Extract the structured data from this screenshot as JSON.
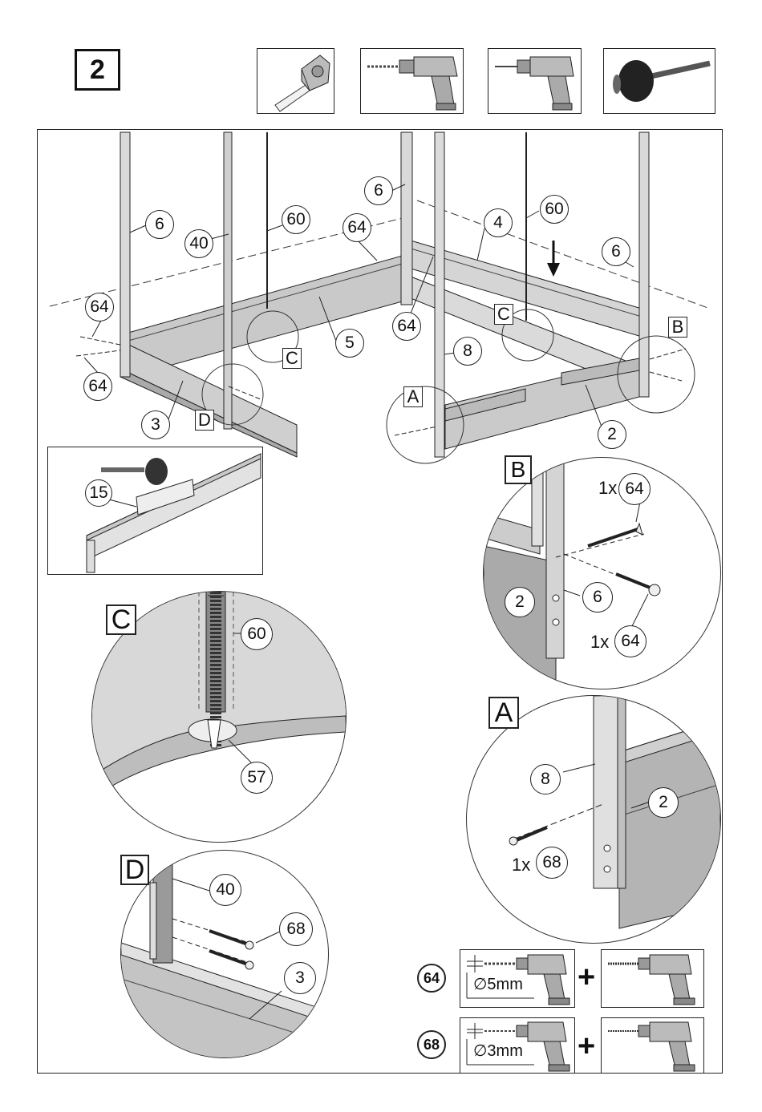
{
  "step_number": "2",
  "tools": [
    {
      "icon": "tape-measure-icon"
    },
    {
      "icon": "power-drill-icon"
    },
    {
      "icon": "screwdriver-drill-icon"
    },
    {
      "icon": "rubber-mallet-icon"
    }
  ],
  "main_callouts": {
    "c6_left": "6",
    "c40": "40",
    "c60_left": "60",
    "c64_top": "64",
    "c6_mid": "6",
    "c4": "4",
    "c60_right": "60",
    "c6_right": "6",
    "c64_left_top": "64",
    "c64_left_bottom": "64",
    "c64_mid": "64",
    "c5": "5",
    "c3": "3",
    "c8": "8",
    "c2": "2"
  },
  "detail_labels": {
    "a_small": "A",
    "b_small": "B",
    "c_small_left": "C",
    "c_small_right": "C",
    "d_small": "D"
  },
  "inset": {
    "part": "15"
  },
  "detail_b": {
    "label": "B",
    "qty_top": "1x",
    "screw_top": "64",
    "part_2": "2",
    "part_6": "6",
    "qty_bottom": "1x",
    "screw_bottom": "64"
  },
  "detail_c": {
    "label": "C",
    "part_60": "60",
    "part_57": "57"
  },
  "detail_a": {
    "label": "A",
    "part_8": "8",
    "part_2": "2",
    "qty": "1x",
    "screw": "68"
  },
  "detail_d": {
    "label": "D",
    "part_40": "40",
    "screw": "68",
    "part_3": "3"
  },
  "drill_legend": [
    {
      "screw": "64",
      "diameter": "∅5mm",
      "plus": "+"
    },
    {
      "screw": "68",
      "diameter": "∅3mm",
      "plus": "+"
    }
  ]
}
